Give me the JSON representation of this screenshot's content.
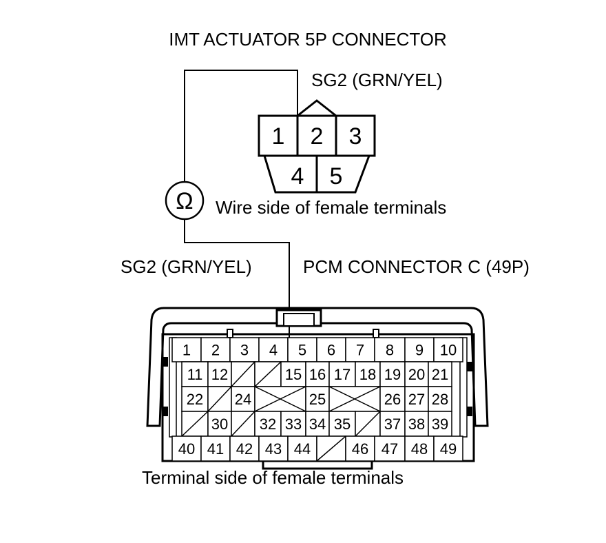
{
  "title": "IMT ACTUATOR 5P CONNECTOR",
  "actuator_signal": "SG2 (GRN/YEL)",
  "actuator_terminals": [
    "1",
    "2",
    "3",
    "4",
    "5"
  ],
  "actuator_caption": "Wire side of female terminals",
  "ohmmeter_symbol": "Ω",
  "pcm_signal": "SG2 (GRN/YEL)",
  "pcm_title": "PCM CONNECTOR C (49P)",
  "pcm_caption": "Terminal side of female terminals",
  "pcm_rows": [
    [
      "1",
      "2",
      "3",
      "4",
      "5",
      "6",
      "7",
      "8",
      "9",
      "10"
    ],
    [
      "11",
      "12",
      "",
      "",
      "15",
      "16",
      "17",
      "18",
      "19",
      "20",
      "21"
    ],
    [
      "22",
      "",
      "24",
      "",
      "25",
      "",
      "26",
      "27",
      "28"
    ],
    [
      "",
      "30",
      "",
      "32",
      "33",
      "34",
      "35",
      "",
      "37",
      "38",
      "39"
    ],
    [
      "40",
      "41",
      "42",
      "43",
      "44",
      "",
      "46",
      "47",
      "48",
      "49"
    ]
  ],
  "colors": {
    "line": "#000000",
    "background": "#ffffff"
  }
}
